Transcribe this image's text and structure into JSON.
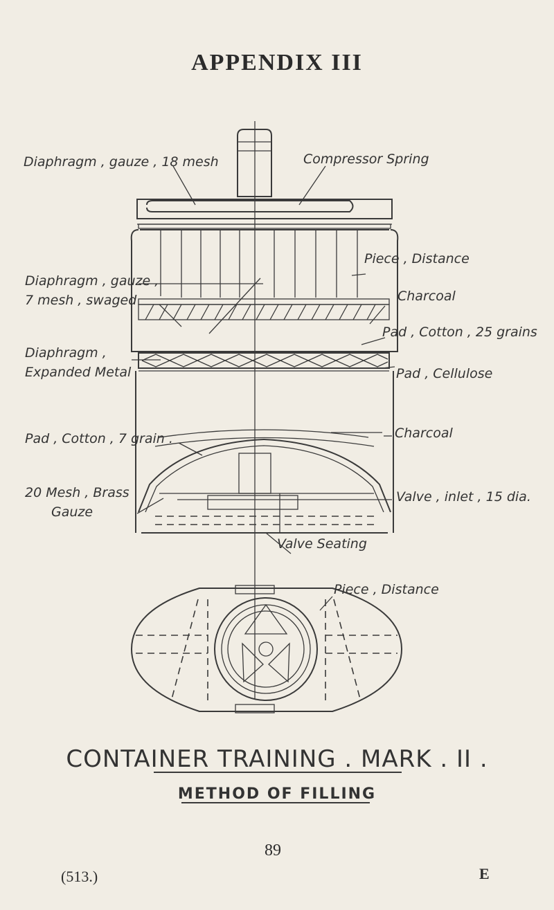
{
  "heading": "APPENDIX III",
  "labels": {
    "diaphragm_gauze_18": "Diaphragm , gauze , 18 mesh",
    "compressor_spring": "Compressor Spring",
    "piece_distance_top": "Piece , Distance",
    "diaphragm_gauze_7_line1": "Diaphragm , gauze ,",
    "diaphragm_gauze_7_line2": "7 mesh , swaged",
    "charcoal_top": "Charcoal",
    "pad_cotton_25": "Pad , Cotton , 25 grains",
    "diaphragm_expanded_line1": "Diaphragm ,",
    "diaphragm_expanded_line2": "Expanded Metal",
    "pad_cellulose": "Pad , Cellulose",
    "charcoal_mid": "Charcoal",
    "pad_cotton_7": "Pad , Cotton , 7 grain .",
    "brass_gauze_line1": "20 Mesh , Brass",
    "brass_gauze_line2": "Gauze",
    "valve_inlet": "Valve , inlet , 15 dia.",
    "valve_seating": "Valve Seating",
    "piece_distance_bottom": "Piece , Distance"
  },
  "title_main": "CONTAINER TRAINING . MARK . II .",
  "title_sub": "METHOD OF FILLING",
  "page_number": "89",
  "footer_left": "(513.)",
  "footer_right": "E"
}
